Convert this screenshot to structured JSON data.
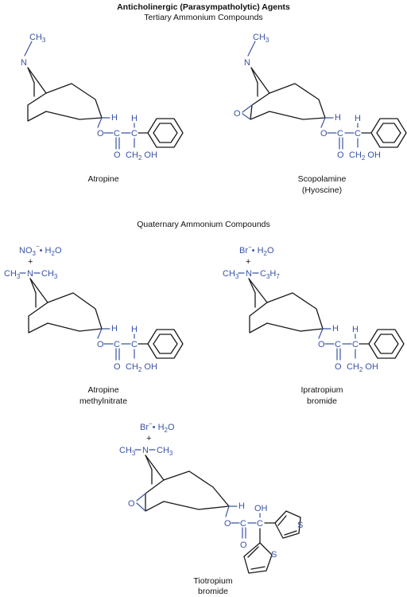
{
  "title": "Anticholinergic (Parasympatholytic) Agents",
  "sections": {
    "tertiary": "Tertiary Ammonium Compounds",
    "quaternary": "Quaternary Ammonium Compounds"
  },
  "compounds": [
    {
      "name_lines": [
        "Atropine"
      ]
    },
    {
      "name_lines": [
        "Scopolamine",
        "(Hyoscine)"
      ]
    },
    {
      "name_lines": [
        "Atropine",
        "methylnitrate"
      ]
    },
    {
      "name_lines": [
        "Ipratropium",
        "bromide"
      ]
    },
    {
      "name_lines": [
        "Tiotropium",
        "bromide"
      ]
    }
  ],
  "atoms": {
    "N": "N",
    "CH3": "CH",
    "three": "3",
    "seven": "7",
    "H": "H",
    "O": "O",
    "C": "C",
    "OH": "OH",
    "CH2OH_pre": "CH",
    "two": "2",
    "CH2OH_post": " OH",
    "S": "S",
    "plus": "+",
    "C3H7": "C",
    "N_methyl": "N"
  },
  "counterions": {
    "nitrate_pre": "NO",
    "nitrate_sub": "3",
    "nitrate_sup": "−",
    "bromide_pre": "Br",
    "bromide_sup": "−",
    "hydrate": "• H",
    "hydrate_sub": "2",
    "hydrate_post": "O"
  }
}
